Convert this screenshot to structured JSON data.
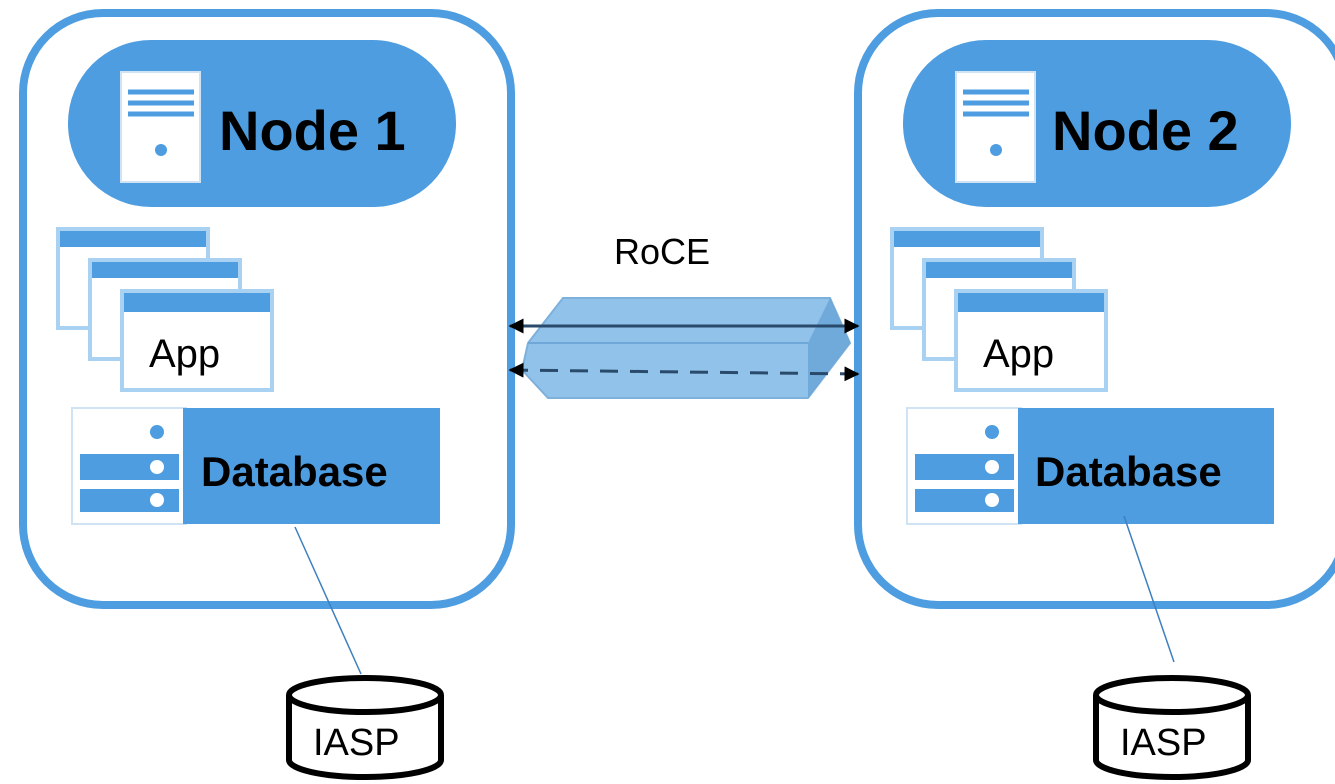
{
  "link": {
    "label": "RoCE"
  },
  "nodes": [
    {
      "title": "Node 1",
      "app_label": "App",
      "db_label": "Database",
      "storage_label": "IASP"
    },
    {
      "title": "Node 2",
      "app_label": "App",
      "db_label": "Database",
      "storage_label": "IASP"
    }
  ],
  "colors": {
    "node_border": "#4d9de0",
    "header_fill": "#4d9de0",
    "window_border": "#a9d1f2",
    "window_bar": "#4d9de0",
    "cable_fill": "#86bde8",
    "cable_line": "#2a4a6b",
    "arrow": "#000000"
  },
  "icons": [
    "server-icon",
    "app-window-icon",
    "database-server-icon",
    "disk-cylinder-icon",
    "arrowhead-icon"
  ]
}
